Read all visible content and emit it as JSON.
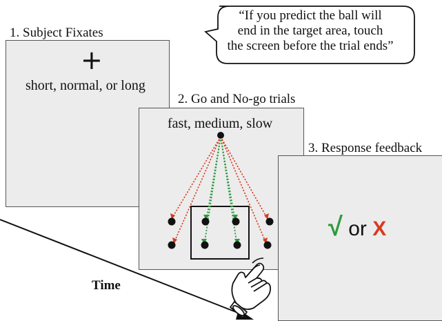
{
  "speech_bubble": {
    "lines": [
      "“If you predict the ball will",
      "end in the target area, touch",
      "the screen before the trial ends”"
    ]
  },
  "step1": {
    "title": "1. Subject Fixates",
    "fixation_symbol": "+",
    "durations": "short, normal, or long"
  },
  "step2": {
    "title": "2. Go and No-go trials",
    "speeds": "fast, medium, slow"
  },
  "step3": {
    "title": "3. Response feedback",
    "feedback_or": "or",
    "check_symbol": "√",
    "cross_symbol": "X"
  },
  "time_axis": {
    "label": "Time"
  },
  "colors": {
    "go": "#2e9a3e",
    "nogo": "#d93a1e",
    "screen_bg": "#ececec"
  },
  "icons": [
    "hand-touch-icon",
    "arrow-icon"
  ]
}
